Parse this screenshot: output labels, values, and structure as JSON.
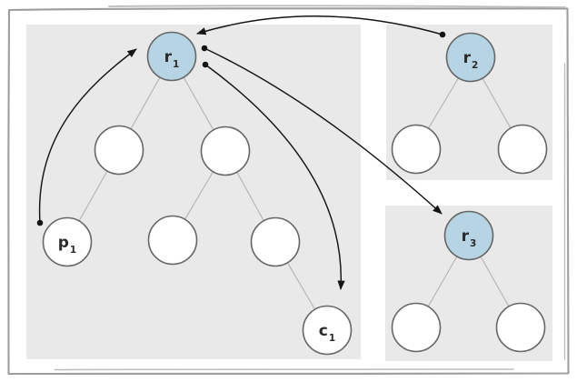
{
  "diagram": {
    "description": "Three tree structures in gray panels with pointer arrows between nodes",
    "panels": [
      {
        "id": "tree-1",
        "root": "r1"
      },
      {
        "id": "tree-2",
        "root": "r2"
      },
      {
        "id": "tree-3",
        "root": "r3"
      }
    ],
    "nodes": {
      "r1": {
        "label": "r",
        "sub": "1",
        "highlighted": true
      },
      "r2": {
        "label": "r",
        "sub": "2",
        "highlighted": true
      },
      "r3": {
        "label": "r",
        "sub": "3",
        "highlighted": true
      },
      "p1": {
        "label": "p",
        "sub": "1",
        "highlighted": false
      },
      "c1": {
        "label": "c",
        "sub": "1",
        "highlighted": false
      }
    },
    "unlabeled_node_count": 8,
    "tree_edges": [
      [
        "r1",
        "r1-child-left"
      ],
      [
        "r1",
        "r1-child-right"
      ],
      [
        "r1-child-left",
        "p1"
      ],
      [
        "r1-child-right",
        "leaf-middle"
      ],
      [
        "r1-child-right",
        "leaf-right"
      ],
      [
        "leaf-right",
        "c1"
      ],
      [
        "r2",
        "r2-child-left"
      ],
      [
        "r2",
        "r2-child-right"
      ],
      [
        "r3",
        "r3-child-left"
      ],
      [
        "r3",
        "r3-child-right"
      ]
    ],
    "arrows": [
      {
        "from": "p1",
        "to": "r1"
      },
      {
        "from": "r2",
        "to": "r1"
      },
      {
        "from": "r1",
        "to": "r3"
      },
      {
        "from": "r1",
        "to": "c1"
      }
    ],
    "colors": {
      "highlight_fill": "#b6d4e4",
      "node_fill": "#ffffff",
      "node_stroke": "#666666",
      "panel_bg": "#e9e9e9",
      "tree_edge": "#b3b3b3",
      "arrow": "#151515",
      "border": "#9e9e9e",
      "border_light": "#bdbdbd",
      "background": "#ffffff"
    }
  }
}
